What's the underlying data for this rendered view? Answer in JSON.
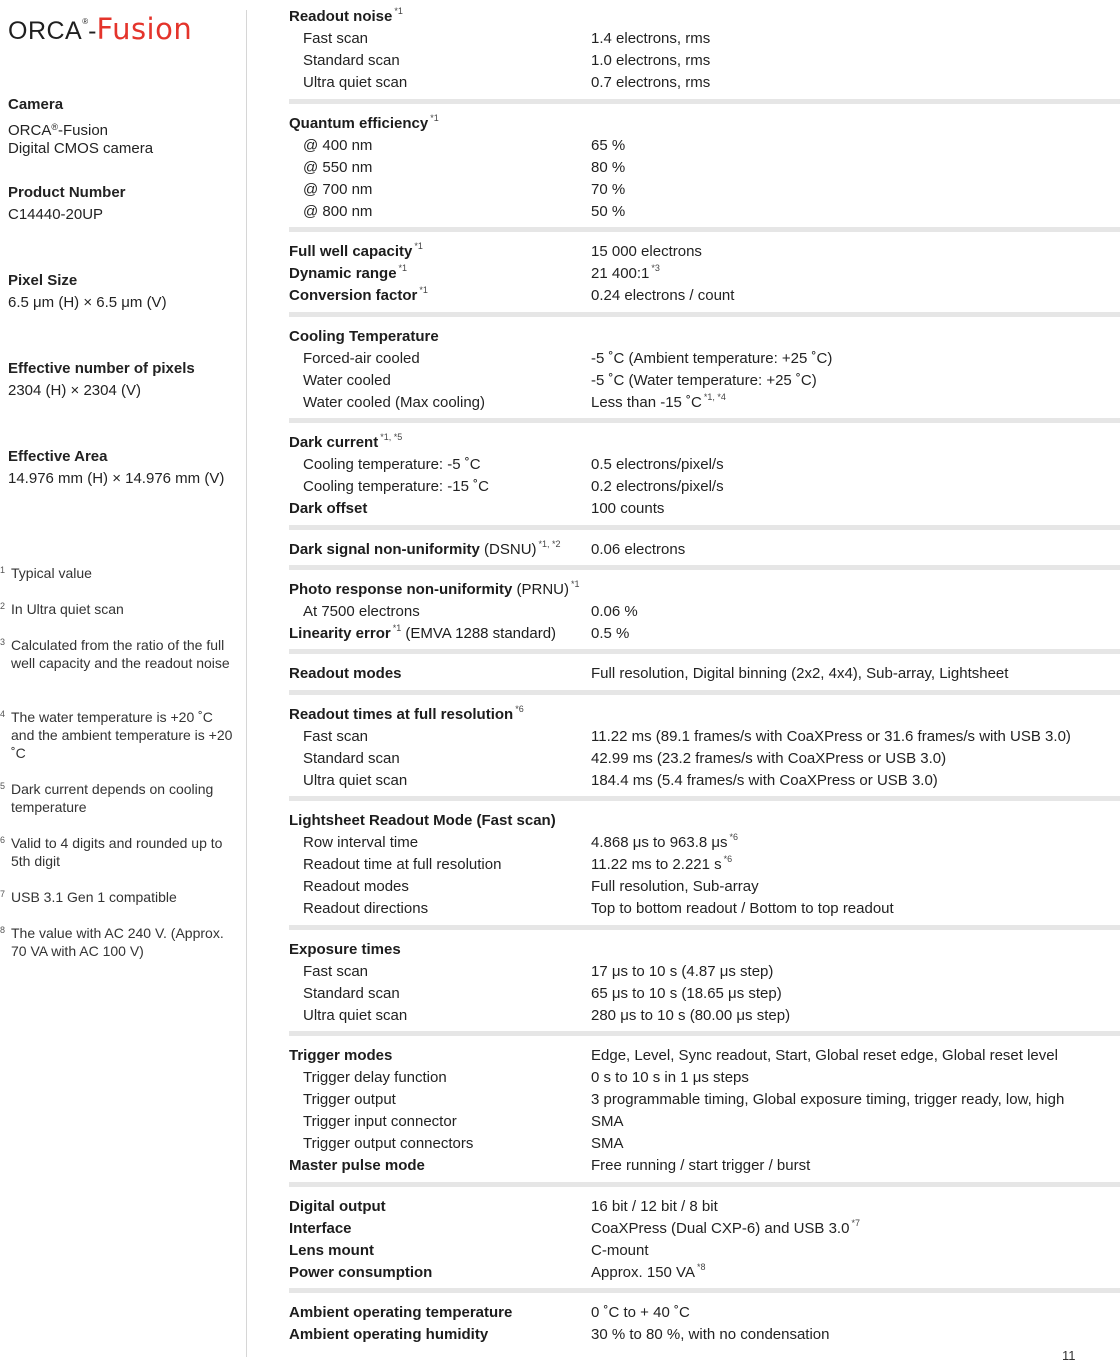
{
  "left": {
    "logo": {
      "orca": "ORCA",
      "reg": "®",
      "dash": "-",
      "fusion": "Fusion"
    },
    "camera_label": "Camera",
    "camera_name_prefix": "ORCA",
    "camera_name_reg": "®",
    "camera_name_suffix": "-Fusion",
    "camera_type": "Digital CMOS camera",
    "product_number_label": "Product Number",
    "product_number": "C14440-20UP",
    "pixel_size_label": "Pixel Size",
    "pixel_size": "6.5 μm (H) × 6.5 μm (V)",
    "effective_pixels_label": "Effective number of pixels",
    "effective_pixels": "2304 (H) × 2304 (V)",
    "effective_area_label": "Effective Area",
    "effective_area": "14.976 mm (H) × 14.976 mm (V)",
    "footnotes": [
      {
        "num": "1",
        "text": "Typical value"
      },
      {
        "num": "2",
        "text": "In Ultra quiet scan"
      },
      {
        "num": "3",
        "text": "Calculated from the ratio of the full well capacity and the readout noise"
      },
      {
        "num": "4",
        "text": "The water temperature is +20 ˚C and the ambient temperature is +20 ˚C"
      },
      {
        "num": "5",
        "text": "Dark current depends on cooling temperature"
      },
      {
        "num": "6",
        "text": "Valid to 4 digits and rounded up to 5th digit"
      },
      {
        "num": "7",
        "text": "USB 3.1 Gen 1 compatible"
      },
      {
        "num": "8",
        "text": "The value with AC 240 V. (Approx. 70 VA with AC 100 V)"
      }
    ]
  },
  "specs": {
    "readout_noise": {
      "label": "Readout noise",
      "note": "*1",
      "rows": [
        {
          "label": "Fast scan",
          "value": "1.4 electrons, rms"
        },
        {
          "label": "Standard scan",
          "value": "1.0 electrons, rms"
        },
        {
          "label": "Ultra quiet scan",
          "value": "0.7 electrons, rms"
        }
      ]
    },
    "qe": {
      "label": "Quantum efficiency",
      "note": "*1",
      "rows": [
        {
          "label": "@ 400 nm",
          "value": "65 %"
        },
        {
          "label": "@ 550 nm",
          "value": "80 %"
        },
        {
          "label": "@ 700 nm",
          "value": "70 %"
        },
        {
          "label": "@ 800 nm",
          "value": "50 %"
        }
      ]
    },
    "full_well": {
      "label": "Full well capacity",
      "note": "*1",
      "value": "15 000 electrons"
    },
    "dynamic_range": {
      "label": "Dynamic range",
      "note": "*1",
      "value": "21 400:1",
      "value_note": "*3"
    },
    "conversion": {
      "label": "Conversion factor",
      "note": "*1",
      "value": "0.24 electrons / count"
    },
    "cooling": {
      "label": "Cooling Temperature",
      "rows": [
        {
          "label": "Forced-air cooled",
          "value": "-5 ˚C (Ambient temperature: +25 ˚C)",
          "note": ""
        },
        {
          "label": "Water cooled",
          "value": "-5 ˚C (Water temperature: +25 ˚C)",
          "note": ""
        },
        {
          "label": "Water cooled (Max cooling)",
          "value": "Less than -15 ˚C",
          "note": "*1, *4"
        }
      ]
    },
    "dark_current": {
      "label": "Dark current",
      "note": "*1, *5",
      "rows": [
        {
          "label": "Cooling temperature: -5 ˚C",
          "value": "0.5 electrons/pixel/s"
        },
        {
          "label": "Cooling temperature: -15 ˚C",
          "value": "0.2 electrons/pixel/s"
        }
      ]
    },
    "dark_offset": {
      "label": "Dark offset",
      "value": "100 counts"
    },
    "dsnu": {
      "label": "Dark signal non-uniformity",
      "label_suffix": " (DSNU)",
      "note": "*1, *2",
      "value": "0.06 electrons"
    },
    "prnu": {
      "label": "Photo response non-uniformity",
      "label_suffix": " (PRNU)",
      "note": "*1",
      "row": {
        "label": "At 7500 electrons",
        "value": "0.06 %"
      }
    },
    "linearity": {
      "label": "Linearity error",
      "note": "*1",
      "label_suffix": " (EMVA 1288 standard)",
      "value": "0.5 %"
    },
    "readout_modes": {
      "label": "Readout modes",
      "value": "Full resolution, Digital binning (2x2, 4x4), Sub-array, Lightsheet"
    },
    "readout_times": {
      "label": "Readout times at full resolution",
      "note": "*6",
      "rows": [
        {
          "label": "Fast scan",
          "value": "11.22 ms (89.1 frames/s with CoaXPress or 31.6 frames/s with USB 3.0)"
        },
        {
          "label": "Standard scan",
          "value": "42.99 ms (23.2 frames/s with CoaXPress or USB 3.0)"
        },
        {
          "label": "Ultra quiet scan",
          "value": "184.4 ms (5.4 frames/s with CoaXPress or USB 3.0)"
        }
      ]
    },
    "lightsheet": {
      "label": "Lightsheet Readout Mode (Fast scan)",
      "rows": [
        {
          "label": "Row interval time",
          "value": "4.868 μs to 963.8 μs",
          "note": "*6"
        },
        {
          "label": "Readout time at full resolution",
          "value": "11.22 ms to 2.221 s",
          "note": "*6"
        },
        {
          "label": "Readout modes",
          "value": "Full resolution, Sub-array",
          "note": ""
        },
        {
          "label": "Readout directions",
          "value": "Top to bottom readout / Bottom to top readout",
          "note": ""
        }
      ]
    },
    "exposure": {
      "label": "Exposure times",
      "rows": [
        {
          "label": "Fast scan",
          "value": "17 μs to 10 s (4.87 μs step)"
        },
        {
          "label": "Standard scan",
          "value": "65 μs to 10 s (18.65 μs step)"
        },
        {
          "label": "Ultra quiet scan",
          "value": "280 μs to 10 s (80.00 μs step)"
        }
      ]
    },
    "trigger": {
      "label": "Trigger modes",
      "value": "Edge, Level, Sync readout, Start, Global reset edge, Global reset level",
      "rows": [
        {
          "label": "Trigger delay function",
          "value": "0 s to 10 s in 1 μs steps"
        },
        {
          "label": "Trigger output",
          "value": "3 programmable timing, Global exposure timing, trigger ready, low, high"
        },
        {
          "label": "Trigger input connector",
          "value": "SMA"
        },
        {
          "label": "Trigger output connectors",
          "value": "SMA"
        }
      ]
    },
    "master_pulse": {
      "label": "Master pulse mode",
      "value": "Free running / start trigger / burst"
    },
    "digital_output": {
      "label": "Digital output",
      "value": "16 bit / 12 bit / 8 bit"
    },
    "interface": {
      "label": "Interface",
      "value": "CoaXPress (Dual CXP-6) and USB 3.0",
      "note": "*7"
    },
    "lens_mount": {
      "label": "Lens mount",
      "value": "C-mount"
    },
    "power": {
      "label": "Power consumption",
      "value": "Approx. 150 VA",
      "note": "*8"
    },
    "ambient_temp": {
      "label": "Ambient operating temperature",
      "value": "0 ˚C to + 40 ˚C"
    },
    "ambient_humidity": {
      "label": "Ambient operating humidity",
      "value": "30 % to 80 %, with no condensation"
    }
  },
  "page_number": "11"
}
